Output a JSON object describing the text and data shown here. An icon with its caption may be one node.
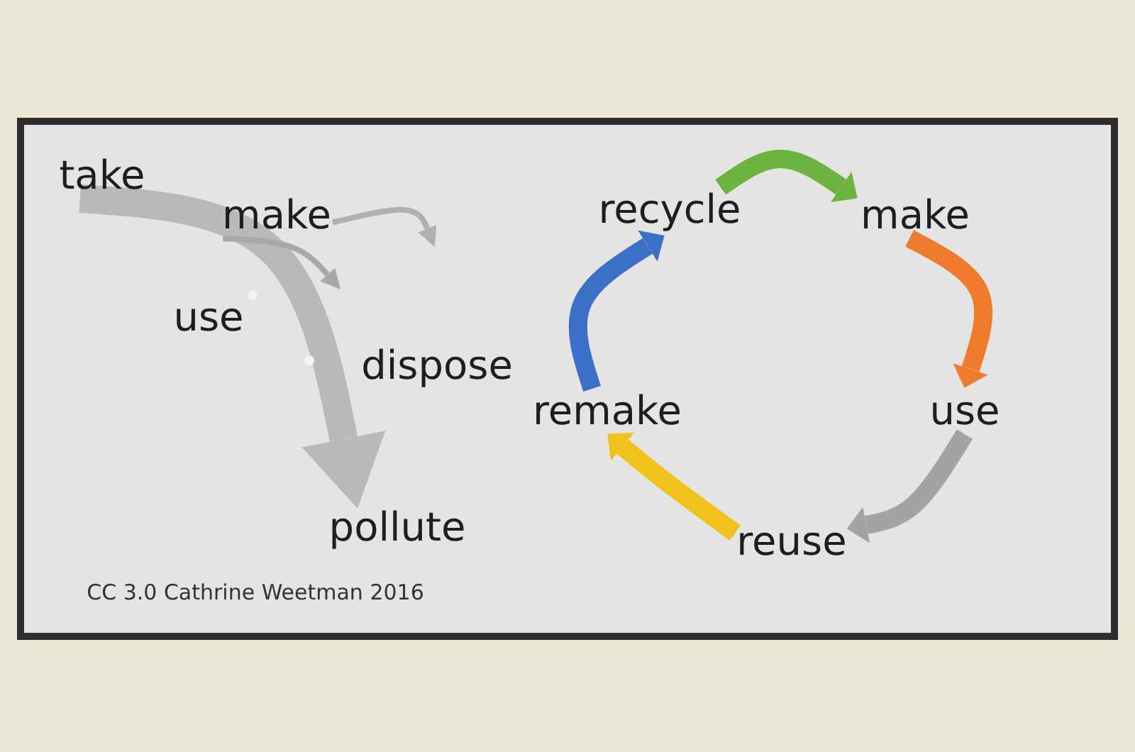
{
  "diagram": {
    "nodes": [
      {
        "text": [
          "take"
        ]
      },
      {
        "text": [
          "make"
        ]
      },
      {
        "text": [
          "pollute"
        ]
      },
      {
        "text": [
          "recycle"
        ]
      },
      {
        "text": [
          "make"
        ]
      },
      {
        "text": [
          "use"
        ]
      },
      {
        "text": [
          "reuse"
        ]
      },
      {
        "text": [
          "remake"
        ]
      }
    ],
    "edges": [
      {
        "from": 0,
        "to": 2,
        "arrow": "to",
        "color": "#b9b9b9"
      },
      {
        "from": 1,
        "to": null,
        "arrow": "to",
        "color": "#a8a8a8"
      },
      {
        "from": 1,
        "to": null,
        "arrow": "to",
        "color": "#b0b0b0"
      },
      {
        "from": 3,
        "to": 4,
        "arrow": "to",
        "color": "#6cb43f"
      },
      {
        "from": 4,
        "to": 5,
        "arrow": "to",
        "color": "#ef7b2f"
      },
      {
        "from": 5,
        "to": 6,
        "arrow": "to",
        "color": "#a3a3a3"
      },
      {
        "from": 6,
        "to": 7,
        "arrow": "to",
        "color": "#f2c21c"
      },
      {
        "from": 7,
        "to": 3,
        "arrow": "to",
        "color": "#3b70c6"
      }
    ],
    "labels": [
      "use",
      "dispose",
      "CC 3.0 Cathrine Weetman 2016"
    ]
  }
}
